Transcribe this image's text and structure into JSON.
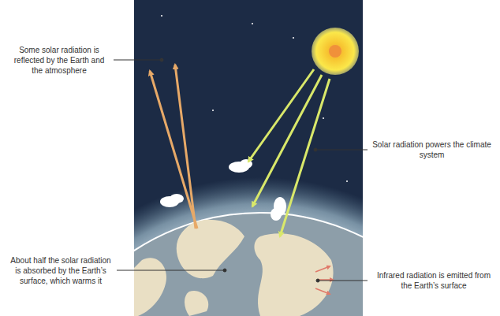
{
  "diagram": {
    "labels": [
      "Some solar radiation is reflected by the Earth and the atmosphere",
      "Solar radiation powers the climate system",
      "About half the solar radiation is absorbed by the Earth’s surface, which warms it",
      "Infrared radiation is emitted from the Earth’s surface"
    ]
  }
}
